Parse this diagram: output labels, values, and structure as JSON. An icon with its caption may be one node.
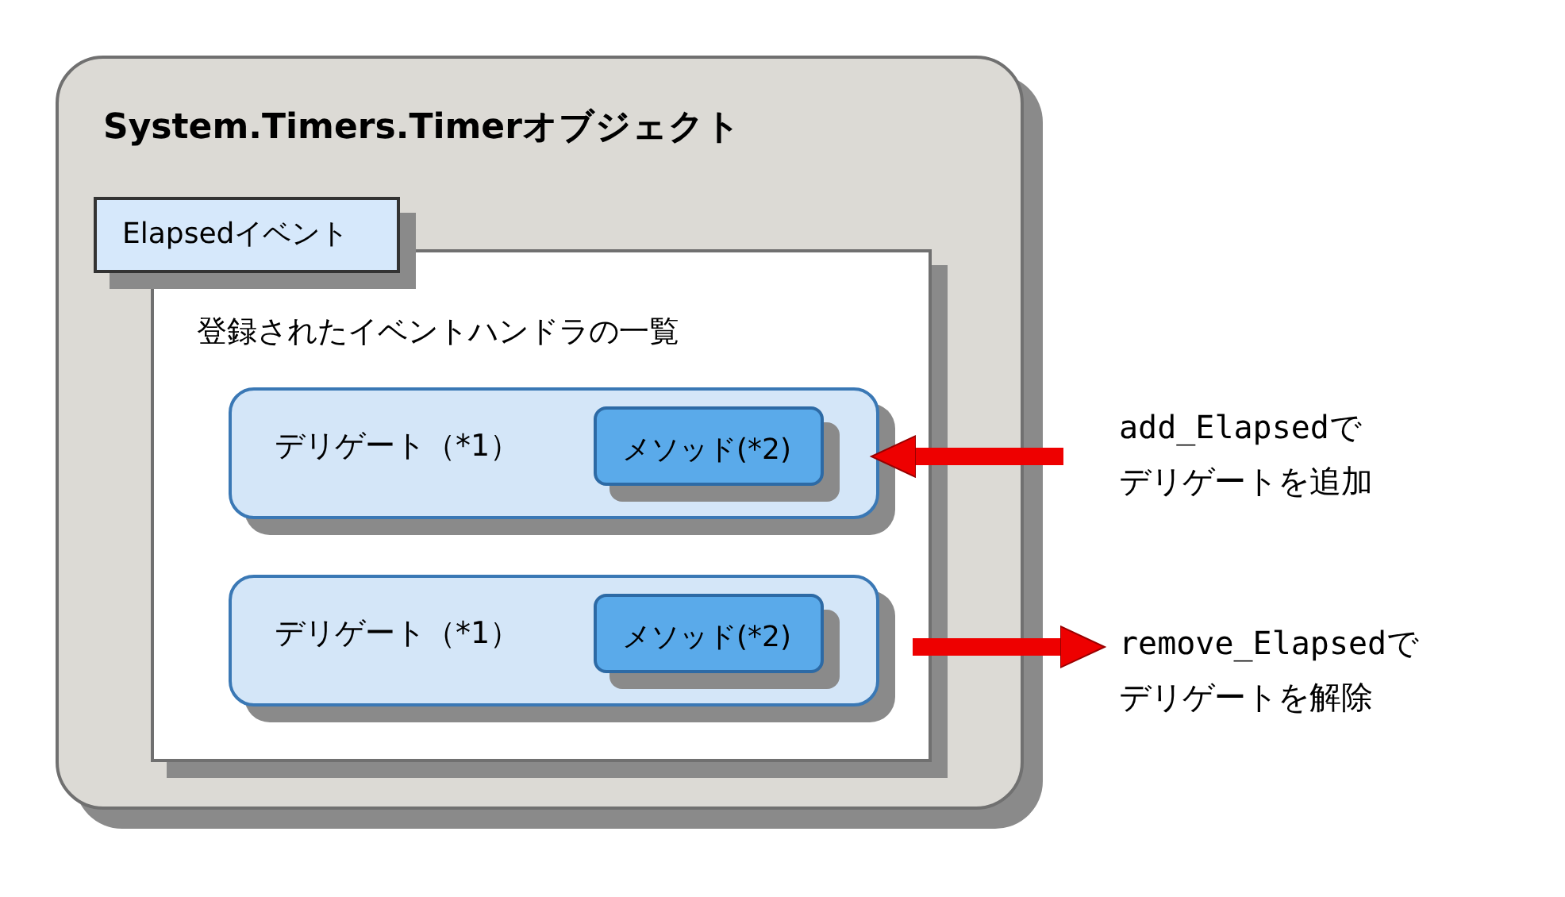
{
  "diagram": {
    "nodes": [
      {
        "text": [
          "System.Timers.Timerオブジェクト"
        ]
      },
      {
        "text": [
          "Elapsedイベント"
        ],
        "in": 0
      },
      {
        "text": [
          "登録されたイベントハンドラの一覧"
        ],
        "in": 0
      },
      {
        "text": [
          "デリゲート（*1）"
        ],
        "in": 2
      },
      {
        "text": [
          "メソッド(*2)"
        ],
        "in": 3
      },
      {
        "text": [
          "デリゲート（*1）"
        ],
        "in": 2
      },
      {
        "text": [
          "メソッド(*2)"
        ],
        "in": 5
      },
      {
        "text": [
          "add_Elapsedでデリゲートを追加"
        ]
      },
      {
        "text": [
          "remove_Elapsedでデリゲートを解除"
        ]
      }
    ],
    "edges": [
      {
        "from": 7,
        "to": 3,
        "arrow": "to"
      },
      {
        "from": 5,
        "to": 8,
        "arrow": "to"
      }
    ]
  }
}
